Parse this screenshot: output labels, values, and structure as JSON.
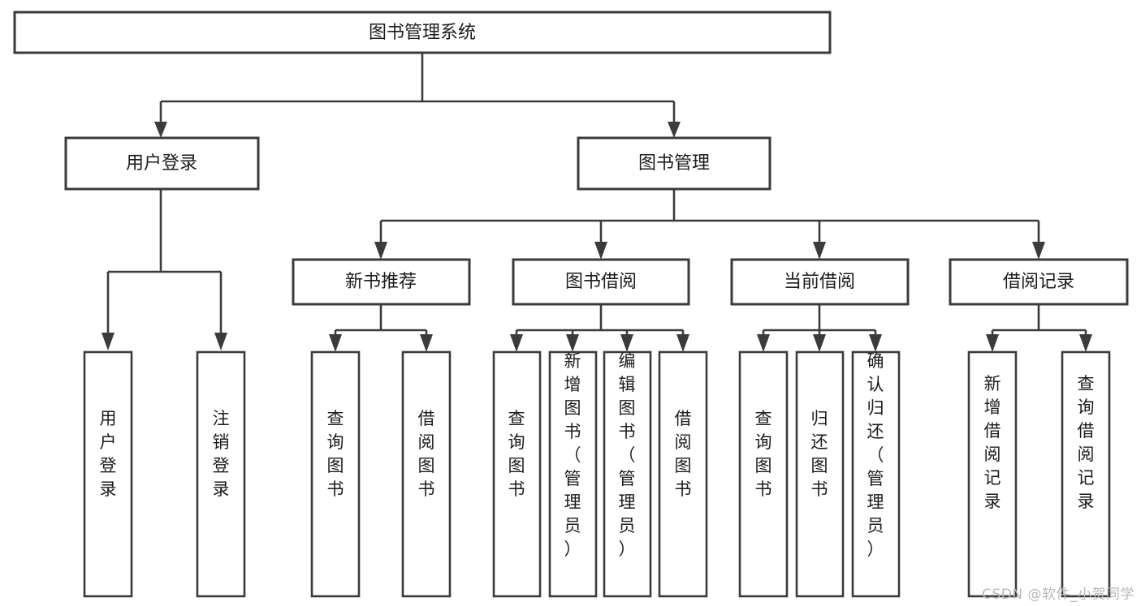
{
  "diagram": {
    "type": "tree",
    "title": "图书管理系统",
    "watermark": "CSDN @软件_小贺同学",
    "nodes": {
      "root": {
        "label": "图书管理系统",
        "level": 0,
        "orientation": "horizontal"
      },
      "user_login": {
        "label": "用户登录",
        "level": 1,
        "orientation": "horizontal"
      },
      "book_manage": {
        "label": "图书管理",
        "level": 1,
        "orientation": "horizontal"
      },
      "new_book_rec": {
        "label": "新书推荐",
        "level": 2,
        "orientation": "horizontal"
      },
      "book_borrow": {
        "label": "图书借阅",
        "level": 2,
        "orientation": "horizontal"
      },
      "current_borrow": {
        "label": "当前借阅",
        "level": 2,
        "orientation": "horizontal"
      },
      "borrow_record": {
        "label": "借阅记录",
        "level": 2,
        "orientation": "horizontal"
      },
      "leaf_user_login": {
        "label": "用户登录",
        "level": 3,
        "orientation": "vertical"
      },
      "leaf_user_logout": {
        "label": "注销登录",
        "level": 3,
        "orientation": "vertical"
      },
      "leaf_query_book_1": {
        "label": "查询图书",
        "level": 3,
        "orientation": "vertical"
      },
      "leaf_borrow_book_1": {
        "label": "借阅图书",
        "level": 3,
        "orientation": "vertical"
      },
      "leaf_query_book_2": {
        "label": "查询图书",
        "level": 3,
        "orientation": "vertical"
      },
      "leaf_add_book": {
        "label": "新增图书（管理员）",
        "level": 3,
        "orientation": "vertical"
      },
      "leaf_edit_book": {
        "label": "编辑图书（管理员）",
        "level": 3,
        "orientation": "vertical"
      },
      "leaf_borrow_book_2": {
        "label": "借阅图书",
        "level": 3,
        "orientation": "vertical"
      },
      "leaf_query_book_3": {
        "label": "查询图书",
        "level": 3,
        "orientation": "vertical"
      },
      "leaf_return_book": {
        "label": "归还图书",
        "level": 3,
        "orientation": "vertical"
      },
      "leaf_confirm_return": {
        "label": "确认归还（管理员）",
        "level": 3,
        "orientation": "vertical"
      },
      "leaf_add_record": {
        "label": "新增借阅记录",
        "level": 3,
        "orientation": "vertical"
      },
      "leaf_query_record": {
        "label": "查询借阅记录",
        "level": 3,
        "orientation": "vertical"
      }
    },
    "edges": [
      {
        "from": "root",
        "to": "user_login"
      },
      {
        "from": "root",
        "to": "book_manage"
      },
      {
        "from": "user_login",
        "to": "leaf_user_login"
      },
      {
        "from": "user_login",
        "to": "leaf_user_logout"
      },
      {
        "from": "book_manage",
        "to": "new_book_rec"
      },
      {
        "from": "book_manage",
        "to": "book_borrow"
      },
      {
        "from": "book_manage",
        "to": "current_borrow"
      },
      {
        "from": "book_manage",
        "to": "borrow_record"
      },
      {
        "from": "new_book_rec",
        "to": "leaf_query_book_1"
      },
      {
        "from": "new_book_rec",
        "to": "leaf_borrow_book_1"
      },
      {
        "from": "book_borrow",
        "to": "leaf_query_book_2"
      },
      {
        "from": "book_borrow",
        "to": "leaf_add_book"
      },
      {
        "from": "book_borrow",
        "to": "leaf_edit_book"
      },
      {
        "from": "book_borrow",
        "to": "leaf_borrow_book_2"
      },
      {
        "from": "current_borrow",
        "to": "leaf_query_book_3"
      },
      {
        "from": "current_borrow",
        "to": "leaf_return_book"
      },
      {
        "from": "current_borrow",
        "to": "leaf_confirm_return"
      },
      {
        "from": "borrow_record",
        "to": "leaf_add_record"
      },
      {
        "from": "borrow_record",
        "to": "leaf_query_record"
      }
    ],
    "colors": {
      "box_fill": "#ffffff",
      "box_stroke": "#3b3b3b",
      "connector": "#3b3b3b",
      "text": "#1b1b1b",
      "background": "#ffffff",
      "watermark": "#b9b9b9"
    }
  }
}
